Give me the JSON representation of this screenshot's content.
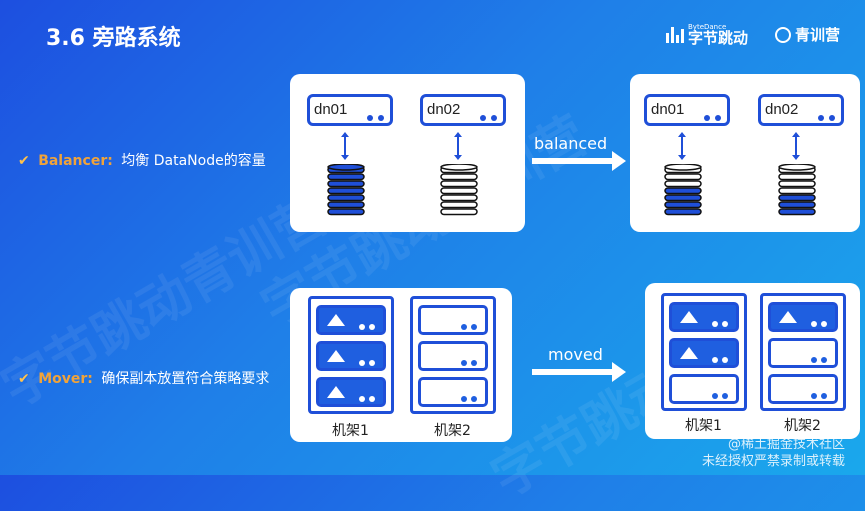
{
  "title": "3.6 旁路系统",
  "brand": {
    "bytedance_small": "ByteDance",
    "bytedance_name": "字节跳动",
    "camp_name": "青训营"
  },
  "background_watermark": "字节跳动青训营",
  "balancer": {
    "keyword": "Balancer:",
    "description": "均衡 DataNode的容量",
    "arrow_label": "balanced",
    "before": [
      {
        "name": "dn01",
        "fill_ratio": 1.0
      },
      {
        "name": "dn02",
        "fill_ratio": 0.0
      }
    ],
    "after": [
      {
        "name": "dn01",
        "fill_ratio": 0.55
      },
      {
        "name": "dn02",
        "fill_ratio": 0.45
      }
    ]
  },
  "mover": {
    "keyword": "Mover:",
    "description": "确保副本放置符合策略要求",
    "arrow_label": "moved",
    "before": [
      {
        "label": "机架1",
        "slots": [
          true,
          true,
          true
        ]
      },
      {
        "label": "机架2",
        "slots": [
          false,
          false,
          false
        ]
      }
    ],
    "after": [
      {
        "label": "机架1",
        "slots": [
          true,
          true,
          false
        ]
      },
      {
        "label": "机架2",
        "slots": [
          true,
          false,
          false
        ]
      }
    ]
  },
  "footer": {
    "line1": "@稀土掘金技术社区",
    "line2": "未经授权严禁录制或转载"
  },
  "colors": {
    "accent_blue": "#1f4fd8",
    "keyword_orange": "#f0a33a",
    "check_yellow": "#ffc24d"
  }
}
